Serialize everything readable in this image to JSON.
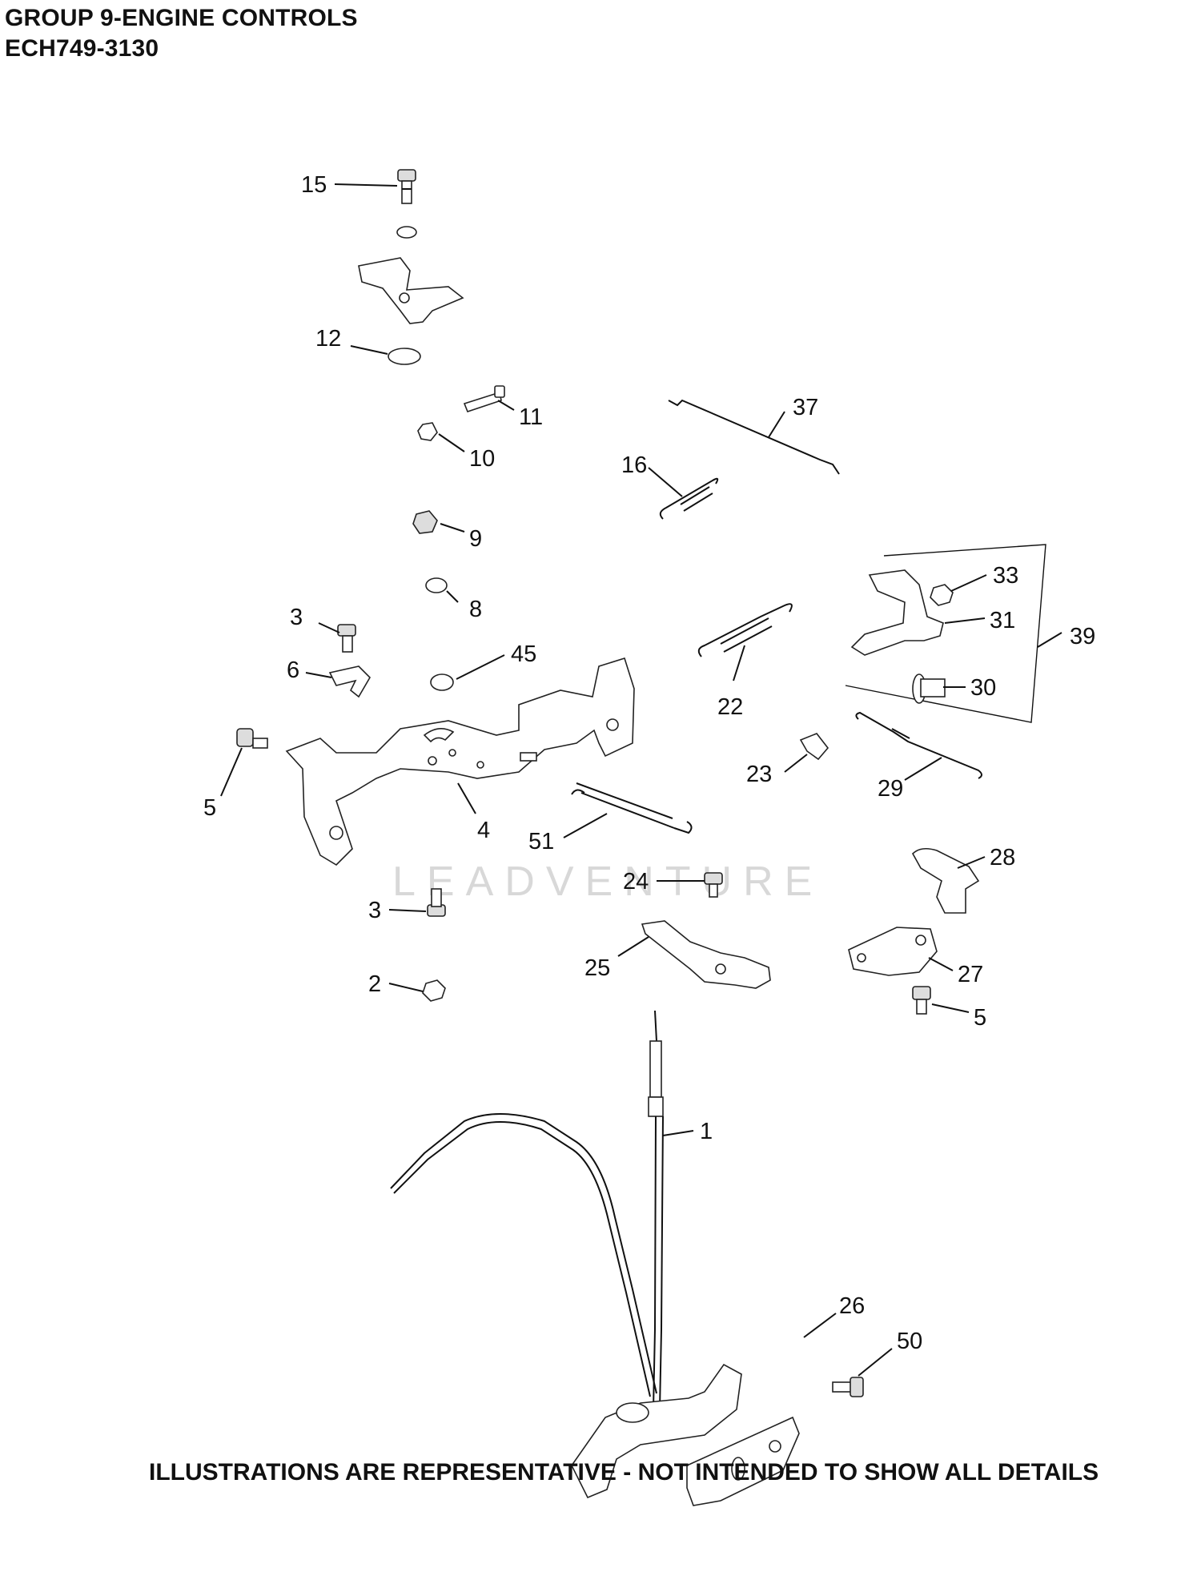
{
  "header": {
    "title": "GROUP 9-ENGINE CONTROLS",
    "model_code": "ECH749-3130"
  },
  "footer": {
    "note": "ILLUSTRATIONS ARE REPRESENTATIVE - NOT INTENDED TO SHOW ALL DETAILS"
  },
  "watermark": {
    "text": "LEADVENTURE"
  },
  "callouts": {
    "c15": "15",
    "c12": "12",
    "c11": "11",
    "c10": "10",
    "c9": "9",
    "c8": "8",
    "c3a": "3",
    "c6": "6",
    "c45": "45",
    "c5a": "5",
    "c4": "4",
    "c51": "51",
    "c37": "37",
    "c16": "16",
    "c33": "33",
    "c31": "31",
    "c39": "39",
    "c30": "30",
    "c22": "22",
    "c23": "23",
    "c29": "29",
    "c28": "28",
    "c24": "24",
    "c3b": "3",
    "c25": "25",
    "c27": "27",
    "c2": "2",
    "c5b": "5",
    "c1": "1",
    "c26": "26",
    "c50": "50"
  }
}
